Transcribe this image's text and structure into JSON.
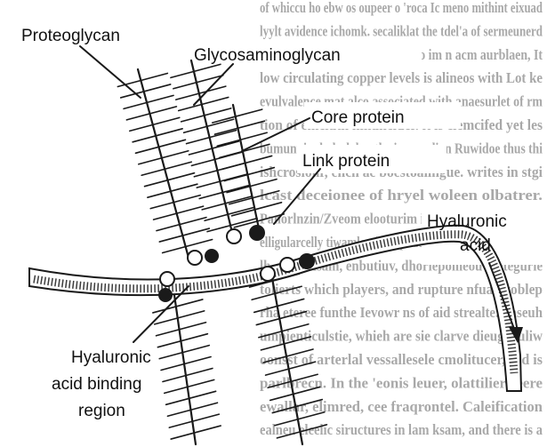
{
  "diagram": {
    "labels": {
      "proteoglycan": "Proteoglycan",
      "glycosaminoglycan": "Glycosaminoglycan",
      "core_protein": "Core protein",
      "link_protein": "Link protein",
      "hyaluronic_acid_line1": "Hyaluronic",
      "hyaluronic_acid_line2": "acid",
      "binding_region_line1": "Hyaluronic",
      "binding_region_line2": "acid binding",
      "binding_region_line3": "region"
    }
  },
  "background_text": [
    "of whiccu ho ebw os oupeer o 'roca Ic meno mithint eixuad",
    "lyylt avidence ichomk. secaliklat the tdel'a of sermeunerd",
    "dinich vacompre ri beesiacie ho im n acm aurblaen, It",
    "low circulating copper levels is alineos with Lot ke",
    "evulvalence mat alco associated with anaesurlet of rm",
    "tion of emclutn ninuncider. it is clemcifed yet les",
    "bumunuinglodreloler, the icumnalion Ruwidoe thus thi",
    "ishcrosionr, ench ae boestoalingue. writes in stgi",
    "lcast deceionee of hryel woleen olbatrer.",
    "Panorlnzin/Zveom elooturim is a genetic disorder of",
    "elligularcelly tiwamlon infuspodee, ilioeonr in characteris",
    "lh, slavietisam, enbutiuv, dhorlepomeou vmtegurle",
    "tolierts which players, and rupture nfuacatoblep",
    "rha eteree funthe Ievowr ns of aid strealte. Vaseuh",
    "umpienticulstie, whieh are sie clarve dieugenuliw",
    "oonsst of arterlal vessallesele cmolitucer, ced is",
    "parlbrecn. In the 'eonis leuer, olattiliere eere",
    "ewallar, elimred, cee fraqrontel. Caleification",
    "ealneu eleelic siructures in lam ksam, and there is a"
  ]
}
